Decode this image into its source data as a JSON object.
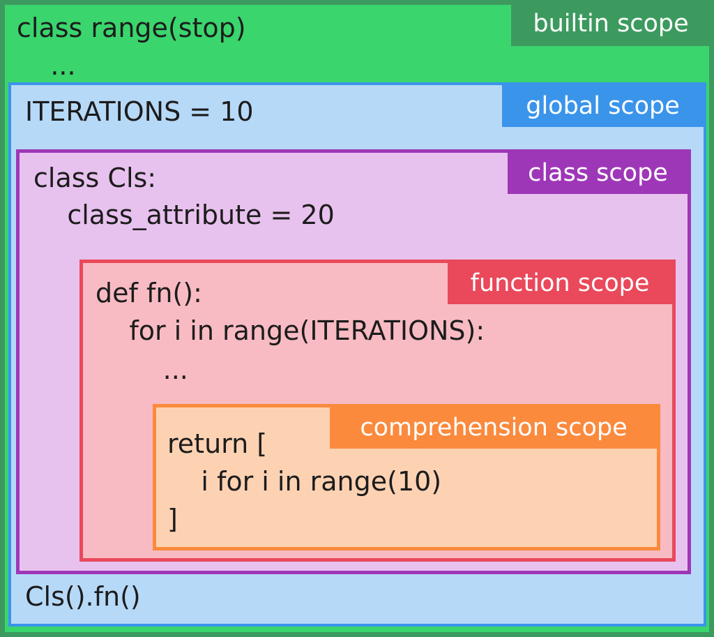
{
  "colors": {
    "builtin": "#3ad56d",
    "builtin_border": "#3d9a5f",
    "global": "#b7d9f8",
    "global_border": "#3a94ea",
    "class": "#e8c2ee",
    "class_border": "#9e37b7",
    "function": "#f8bbc3",
    "function_border": "#e9495b",
    "comprehension": "#fdd2b3",
    "comprehension_border": "#fb8a3d"
  },
  "scopes": {
    "builtin": {
      "label": "builtin scope",
      "lines": [
        "class range(stop)",
        "    ..."
      ]
    },
    "global": {
      "label": "global scope",
      "lines": [
        "ITERATIONS = 10"
      ],
      "footer": "Cls().fn()"
    },
    "class": {
      "label": "class scope",
      "lines": [
        "class Cls:",
        "    class_attribute = 20"
      ]
    },
    "function": {
      "label": "function scope",
      "lines": [
        "def fn():",
        "    for i in range(ITERATIONS):",
        "        ..."
      ]
    },
    "comprehension": {
      "label": "comprehension scope",
      "lines": [
        "return [",
        "    i for i in range(10)",
        "]"
      ]
    }
  }
}
